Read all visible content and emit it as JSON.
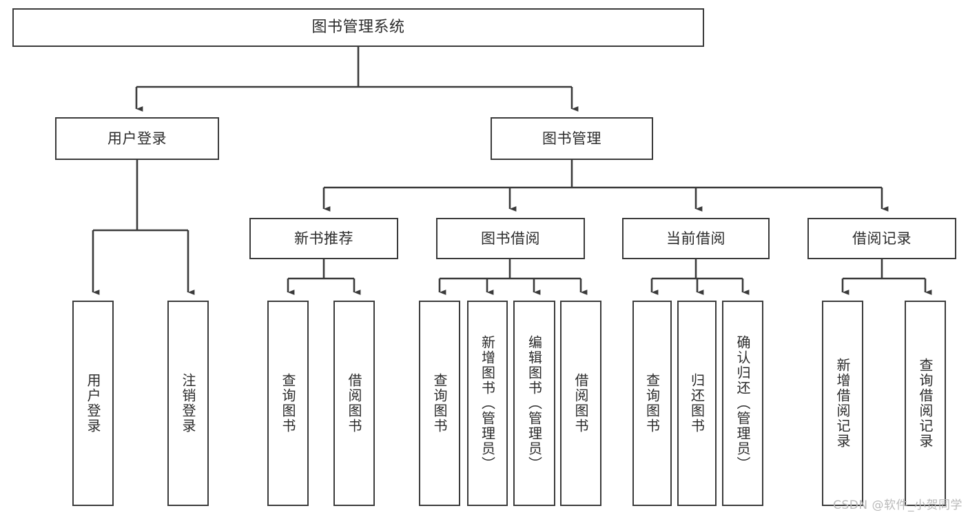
{
  "diagram": {
    "type": "tree-hierarchy",
    "title": "图书管理系统",
    "watermark": "CSDN @软件_小贺同学",
    "colors": {
      "stroke": "#3a3a3a",
      "text": "#2b2b2b",
      "background": "#ffffff",
      "watermark": "#b9b9b9"
    },
    "nodes": {
      "root": {
        "label": "图书管理系统"
      },
      "level2": [
        {
          "label": "用户登录"
        },
        {
          "label": "图书管理"
        }
      ],
      "level3": [
        {
          "label": "新书推荐"
        },
        {
          "label": "图书借阅"
        },
        {
          "label": "当前借阅"
        },
        {
          "label": "借阅记录"
        }
      ],
      "leaves_user_login": [
        {
          "label": "用户登录"
        },
        {
          "label": "注销登录"
        }
      ],
      "leaves_new_book": [
        {
          "label": "查询图书"
        },
        {
          "label": "借阅图书"
        }
      ],
      "leaves_borrow": [
        {
          "label": "查询图书"
        },
        {
          "label": "新增图书（管理员）"
        },
        {
          "label": "编辑图书（管理员）"
        },
        {
          "label": "借阅图书"
        }
      ],
      "leaves_current": [
        {
          "label": "查询图书"
        },
        {
          "label": "归还图书"
        },
        {
          "label": "确认归还（管理员）"
        }
      ],
      "leaves_record": [
        {
          "label": "新增借阅记录"
        },
        {
          "label": "查询借阅记录"
        }
      ]
    }
  }
}
